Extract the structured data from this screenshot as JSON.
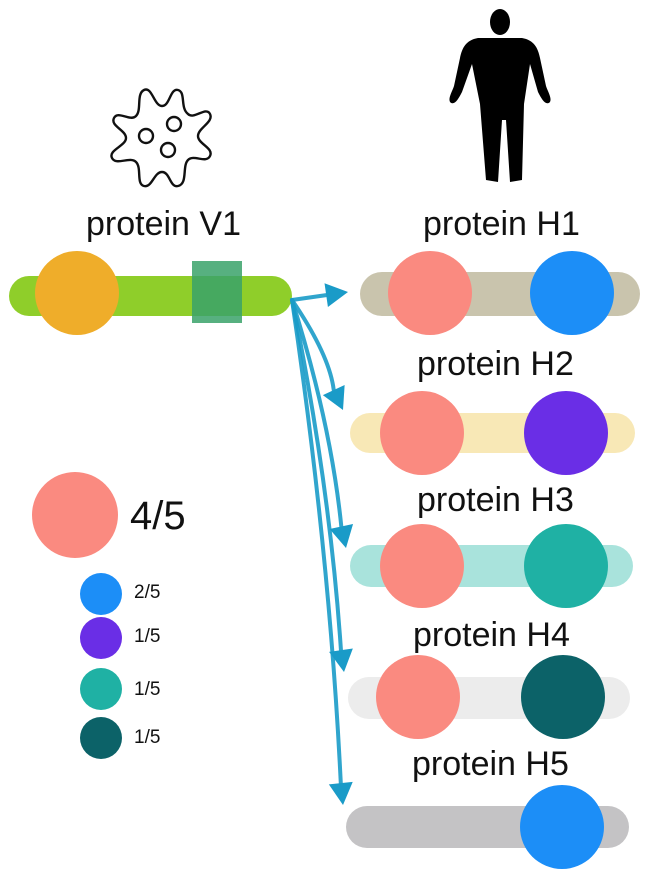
{
  "virus": {
    "icon": "virus-icon",
    "protein": {
      "label": "protein V1",
      "bar_color": "#8fce2a",
      "domain_color": "#efad2a",
      "motif_color": "#3aa26a"
    }
  },
  "human": {
    "icon": "human-silhouette-icon",
    "proteins": [
      {
        "label": "protein H1",
        "bar_color": "#c9c4ad",
        "domains": [
          {
            "color": "#fa8a80"
          },
          {
            "color": "#1c8ef7"
          }
        ]
      },
      {
        "label": "protein H2",
        "bar_color": "#f8e8b6",
        "domains": [
          {
            "color": "#fa8a80"
          },
          {
            "color": "#6a2ee6"
          }
        ]
      },
      {
        "label": "protein H3",
        "bar_color": "#a9e3dc",
        "domains": [
          {
            "color": "#fa8a80"
          },
          {
            "color": "#1fb1a4"
          }
        ]
      },
      {
        "label": "protein H4",
        "bar_color": "#ececec",
        "domains": [
          {
            "color": "#fa8a80"
          },
          {
            "color": "#0c6268"
          }
        ]
      },
      {
        "label": "protein H5",
        "bar_color": "#c4c3c5",
        "domains": [
          {
            "color": "#1c8ef7"
          }
        ]
      }
    ]
  },
  "arrow_color": "#1a9bc8",
  "legend": {
    "main": {
      "color": "#fa8a80",
      "value": "4/5"
    },
    "items": [
      {
        "color": "#1c8ef7",
        "value": "2/5"
      },
      {
        "color": "#6a2ee6",
        "value": "1/5"
      },
      {
        "color": "#1fb1a4",
        "value": "1/5"
      },
      {
        "color": "#0c6268",
        "value": "1/5"
      }
    ]
  }
}
